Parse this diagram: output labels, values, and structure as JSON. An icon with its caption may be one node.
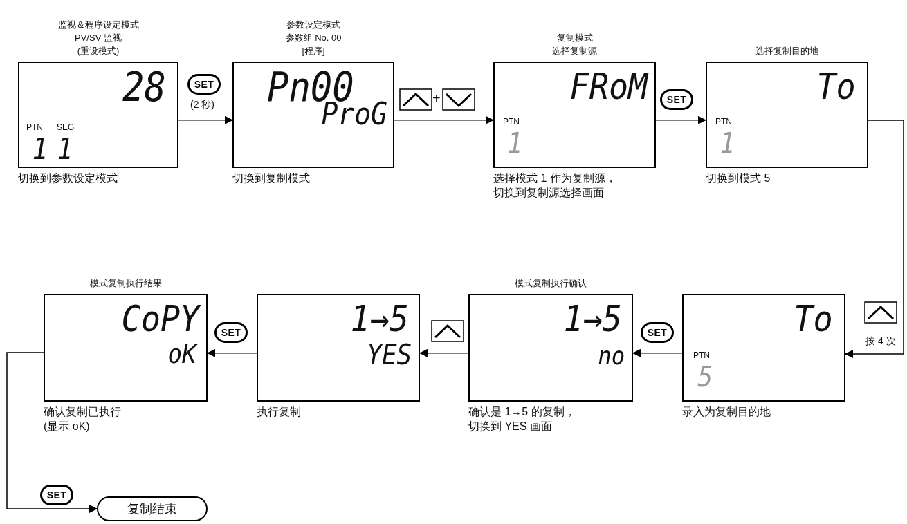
{
  "diagram": {
    "nodes": [
      {
        "text": [
          "监视＆程序设定模式PV/SV 监视(重设模式)",
          "28",
          "PTN",
          "SEG",
          "1",
          "1"
        ],
        "beside": [
          "切换到参数设定模式"
        ]
      },
      {
        "text": [
          "参数设定模式参数组 No. 00[程序]",
          "Pn00",
          "ProG"
        ],
        "beside": [
          "切换到复制模式"
        ]
      },
      {
        "text": [
          "复制模式选择复制源",
          "FRoM",
          "PTN",
          "1"
        ],
        "beside": [
          "选择模式 1 作为复制源，切换到复制源选择画面"
        ]
      },
      {
        "text": [
          "选择复制目的地",
          "To",
          "PTN",
          "1"
        ],
        "beside": [
          "切换到模式 5"
        ]
      },
      {
        "text": [
          "To",
          "PTN",
          "5"
        ],
        "beside": [
          "录入为复制目的地"
        ]
      },
      {
        "text": [
          "模式复制执行确认",
          "1→5",
          "no"
        ],
        "beside": [
          "确认是 1→5 的复制，切换到 YES 画面"
        ]
      },
      {
        "text": [
          "1→5",
          "YES"
        ],
        "beside": [
          "执行复制"
        ]
      },
      {
        "text": [
          "模式复制执行结果",
          "CoPY",
          "oK"
        ],
        "beside": [
          "确认复制已执行(显示 oK)"
        ]
      },
      {
        "text": [
          "复制结束"
        ]
      }
    ],
    "edges": [
      {
        "from": 0,
        "to": 1,
        "arrow": "to",
        "label": "(2 秒)"
      },
      {
        "from": 1,
        "to": 2,
        "arrow": "to"
      },
      {
        "from": 2,
        "to": 3,
        "arrow": "to"
      },
      {
        "from": 3,
        "to": 4,
        "arrow": "to",
        "label": "按 4 次"
      },
      {
        "from": 4,
        "to": 5,
        "arrow": "to"
      },
      {
        "from": 5,
        "to": 6,
        "arrow": "to"
      },
      {
        "from": 6,
        "to": 7,
        "arrow": "to"
      },
      {
        "from": 7,
        "to": 8,
        "arrow": "to"
      }
    ],
    "labels": [
      "SET",
      "+",
      "SET",
      "SET",
      "SET",
      "SET"
    ]
  }
}
